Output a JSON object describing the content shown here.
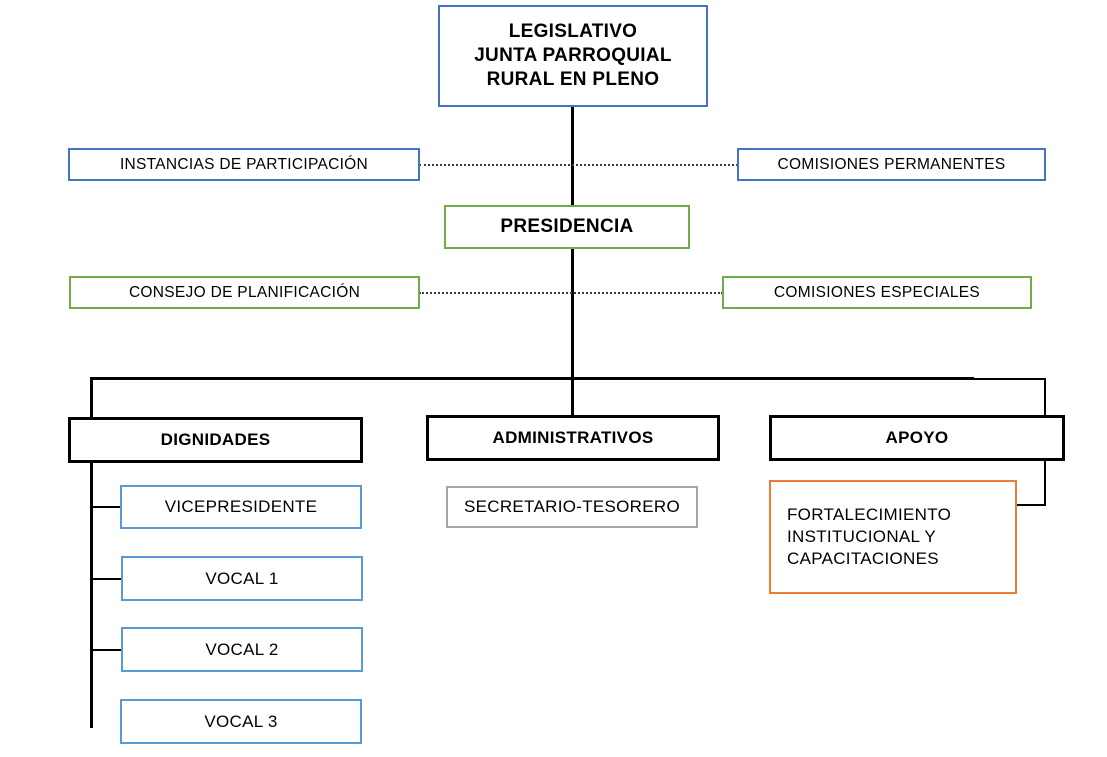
{
  "diagram": {
    "title": "Organigrama Estructural - Junta Parroquial Rural",
    "colors": {
      "blue": "#4472C4",
      "blue_light": "#5B9BD5",
      "green": "#70AD47",
      "orange": "#ED7D31",
      "gray": "#A6A6A6",
      "black": "#000000",
      "dotted_line": "#3A3A3A",
      "background": "#FFFFFF"
    }
  },
  "nodes": {
    "legislativo": {
      "line1": "LEGISLATIVO",
      "line2": "JUNTA PARROQUIAL",
      "line3": "RURAL EN PLENO"
    },
    "instancias_participacion": {
      "label": "INSTANCIAS  DE PARTICIPACIÓN"
    },
    "comisiones_permanentes": {
      "label": "COMISIONES  PERMANENTES"
    },
    "presidencia": {
      "label": "PRESIDENCIA"
    },
    "consejo_planificacion": {
      "label": "CONSEJO DE PLANIFICACIÓN"
    },
    "comisiones_especiales": {
      "label": "COMISIONES  ESPECIALES"
    },
    "dignidades": {
      "label": "DIGNIDADES"
    },
    "administrativos": {
      "label": "ADMINISTRATIVOS"
    },
    "apoyo": {
      "label": "APOYO"
    },
    "vicepresidente": {
      "label": "VICEPRESIDENTE"
    },
    "vocal_1": {
      "label": "VOCAL 1"
    },
    "vocal_2": {
      "label": "VOCAL 2"
    },
    "vocal_3": {
      "label": "VOCAL 3"
    },
    "secretario_tesorero": {
      "label": "SECRETARIO-TESORERO"
    },
    "fortalecimiento": {
      "line1": "FORTALECIMIENTO",
      "line2": "INSTITUCIONAL   Y",
      "line3": "CAPACITACIONES"
    }
  }
}
